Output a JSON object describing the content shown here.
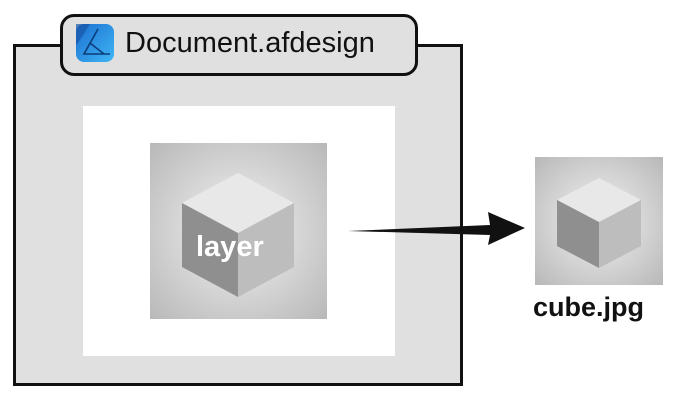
{
  "document": {
    "title": "Document.afdesign",
    "app_icon": "affinity-designer-icon"
  },
  "layer": {
    "label": "layer"
  },
  "output": {
    "caption": "cube.jpg"
  },
  "colors": {
    "frame": "#e0e0e0",
    "border": "#111111",
    "icon_blue": "#2a8fe6"
  }
}
